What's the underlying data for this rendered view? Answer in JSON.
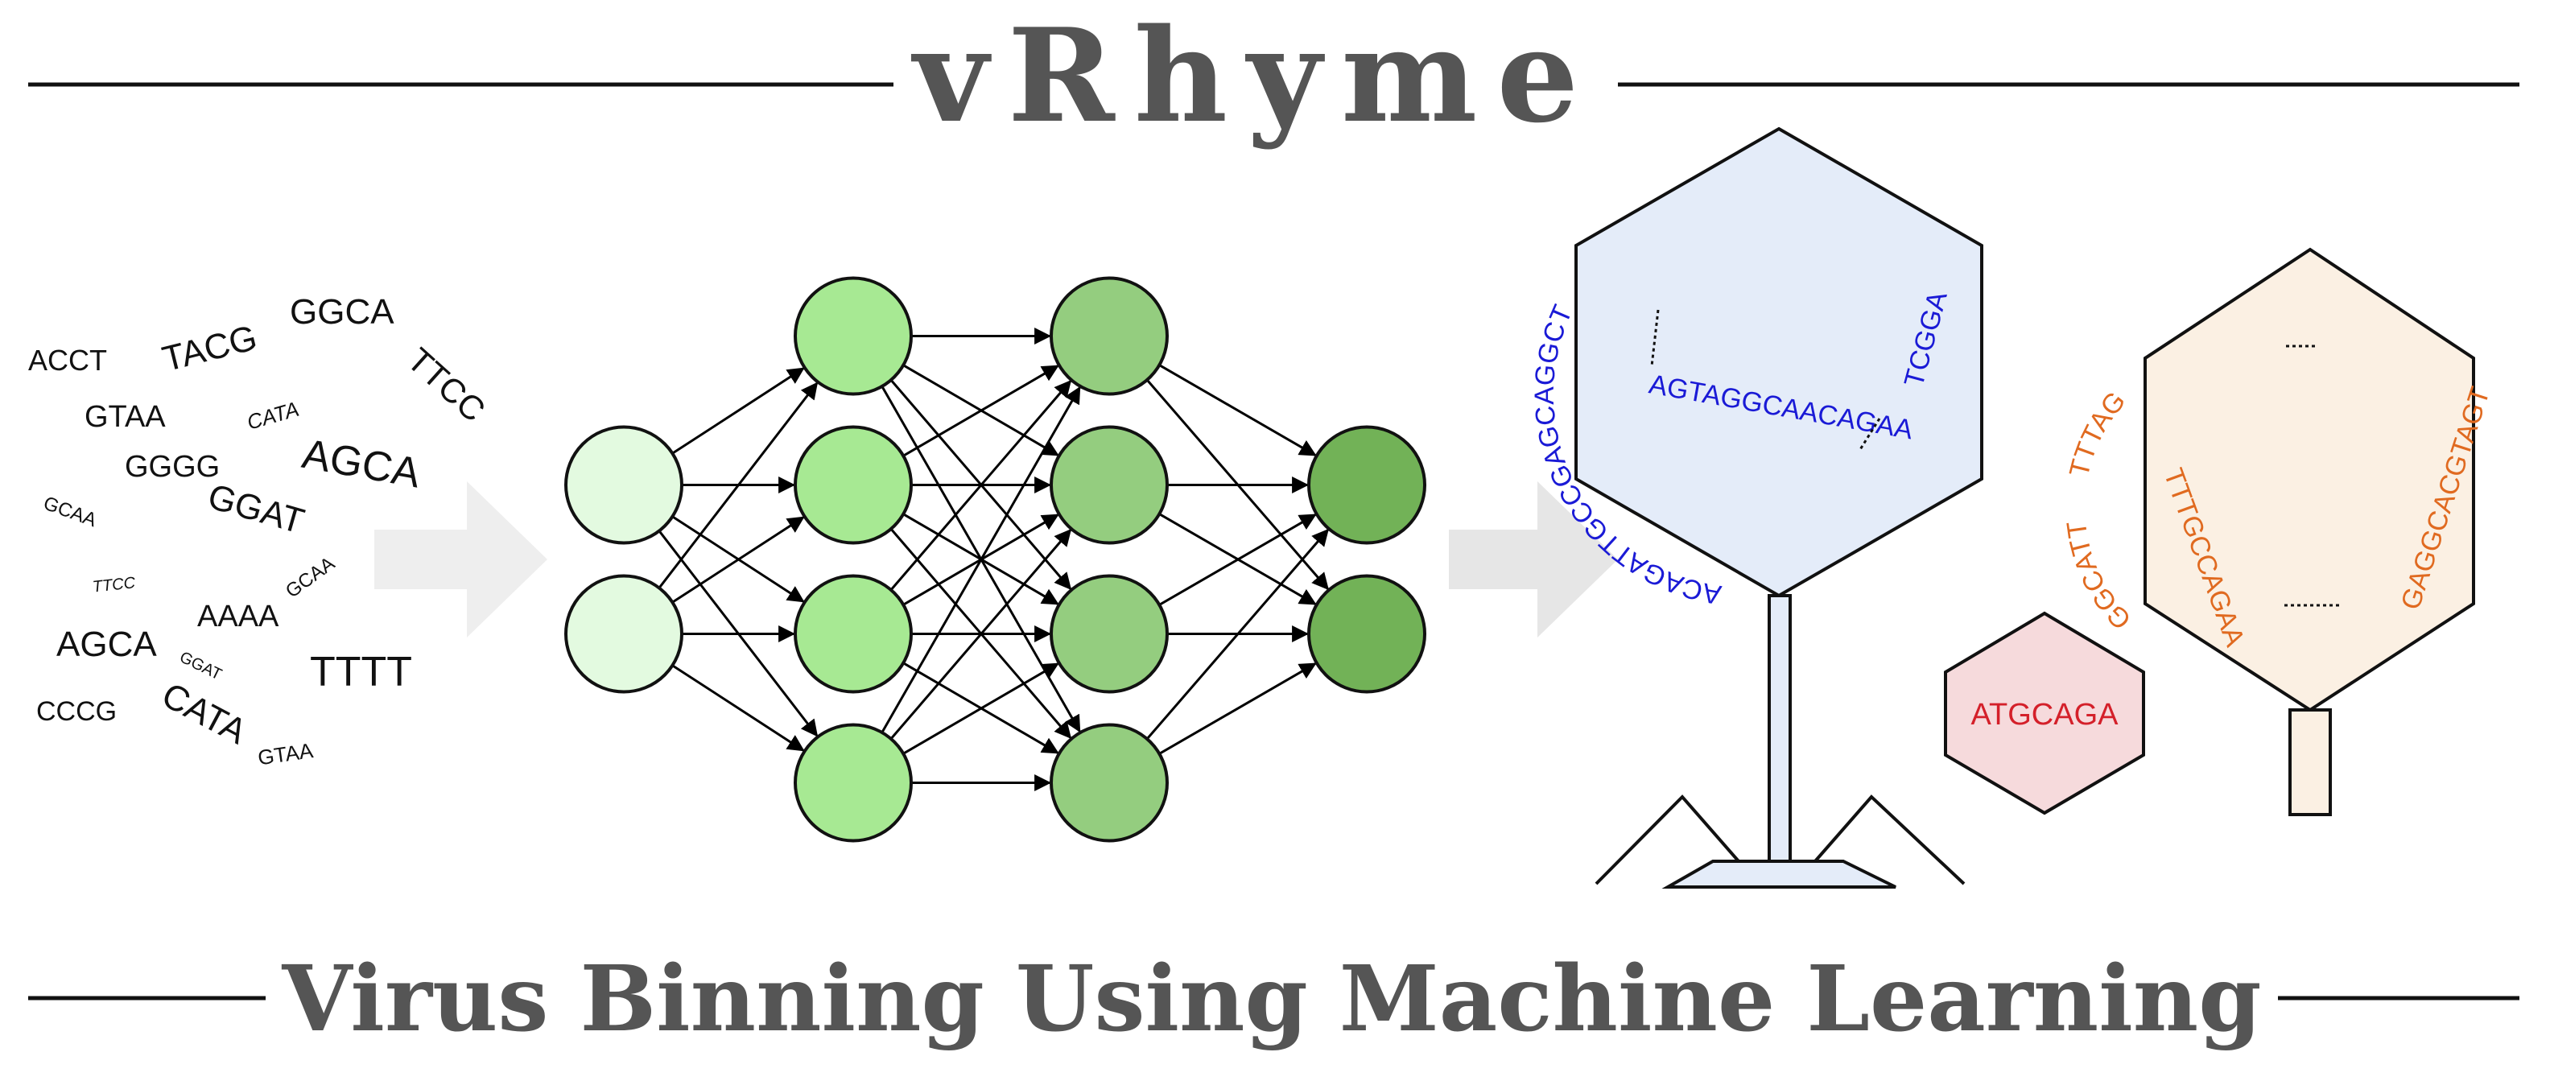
{
  "title": "vRhyme",
  "subtitle": "Virus Binning Using Machine Learning",
  "kmers": [
    "ACCT",
    "TACG",
    "GGCA",
    "GTAA",
    "CATA",
    "TTCC",
    "GGGG",
    "AGCA",
    "GCAA",
    "GGAT",
    "GCAA",
    "TTCC",
    "AGCA",
    "AAAA",
    "GGAT",
    "TTTT",
    "CCCG",
    "CATA",
    "GTAA"
  ],
  "network": {
    "layers": [
      2,
      4,
      4,
      2
    ],
    "colors": [
      "#e3fae0",
      "#a7e993",
      "#94cd7f",
      "#72b257"
    ]
  },
  "viruses": {
    "large": {
      "sequence_arc": "ACAGATTGCCGAGCAGGCT",
      "sequence_bottom": "AGTAGGCAACAGAA",
      "right_label": "TCGGA",
      "color": "#1a1ad6",
      "fill": "#e4ecf9"
    },
    "small": {
      "sequence": "ATGCAGA",
      "color": "#d4202a",
      "fill": "#f6dadc"
    },
    "tailed": {
      "sequence_top": "GGCATT",
      "sequence_top_right": "TTTAG",
      "sequence_left": "TTTGCCAGAA",
      "sequence_right": "GAGGCACGTAGT",
      "color": "#e06a20",
      "fill": "#fbf0e3"
    }
  }
}
